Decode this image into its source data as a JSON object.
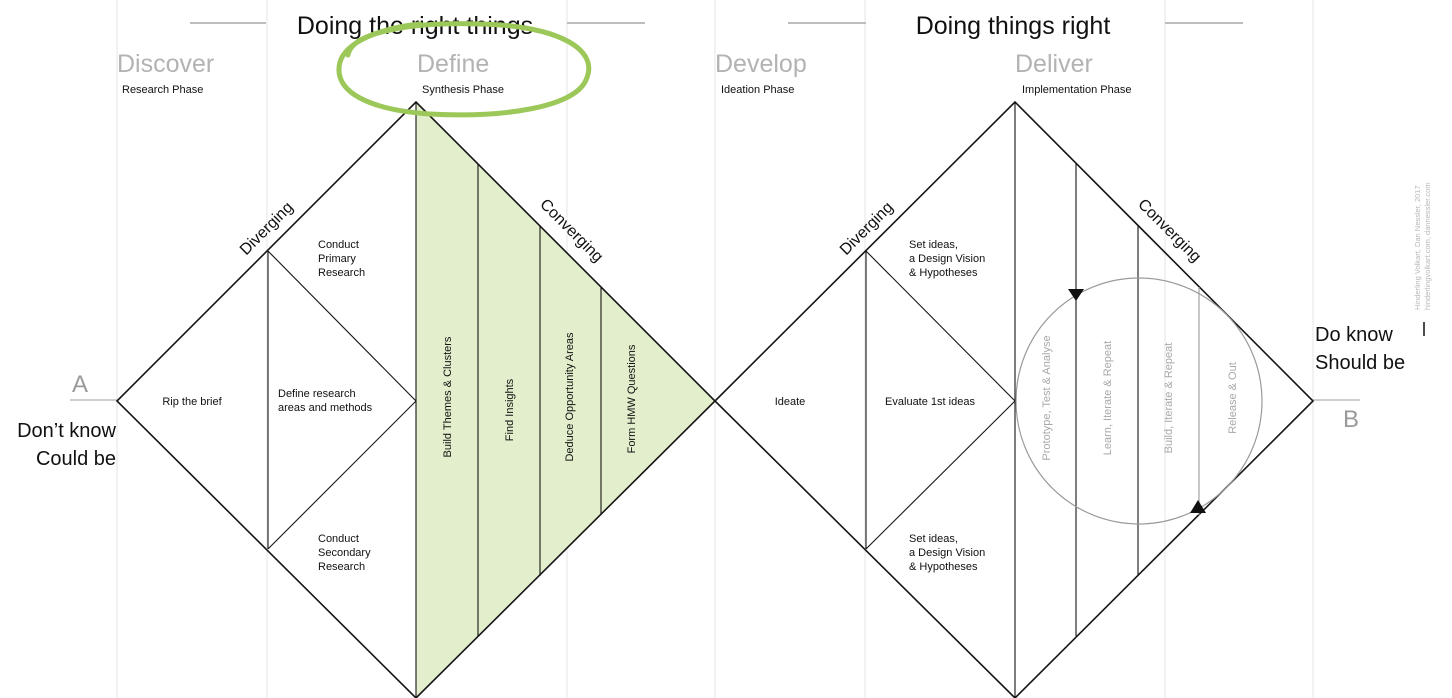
{
  "sections": {
    "left": "Doing the right things",
    "right": "Doing things right"
  },
  "phases": [
    {
      "name": "Discover",
      "sub": "Research Phase"
    },
    {
      "name": "Define",
      "sub": "Synthesis Phase"
    },
    {
      "name": "Develop",
      "sub": "Ideation Phase"
    },
    {
      "name": "Deliver",
      "sub": "Implementation Phase"
    }
  ],
  "diamond1": {
    "diverging": "Diverging",
    "converging": "Converging",
    "rip": "Rip the brief",
    "primary": [
      "Conduct",
      "Primary",
      "Research"
    ],
    "define_areas": [
      "Define research",
      "areas and methods"
    ],
    "secondary": [
      "Conduct",
      "Secondary",
      "Research"
    ],
    "vertical": [
      "Build Themes & Clusters",
      "Find Insights",
      "Deduce Opportunity Areas",
      "Form HMW Questions"
    ]
  },
  "diamond2": {
    "diverging": "Diverging",
    "converging": "Converging",
    "ideate": "Ideate",
    "evaluate": "Evaluate 1st ideas",
    "set_top": [
      "Set ideas,",
      "a Design Vision",
      "& Hypotheses"
    ],
    "set_bottom": [
      "Set ideas,",
      "a Design Vision",
      "& Hypotheses"
    ],
    "vertical": [
      "Prototype, Test & Analyse",
      "Learn, Iterate & Repeat",
      "Build, Iterate & Repeat",
      "Release & Out"
    ]
  },
  "endpoints": {
    "a": "A",
    "b": "B",
    "left_1": "Don’t know",
    "left_2": "Could be",
    "right_1": "Do know",
    "right_2": "Should be"
  },
  "credit": {
    "line1": "Hinderling Volkart, Dan Nessler, 2017",
    "line2": "hinderlingvolkart.com, dannessler.com"
  },
  "colors": {
    "define_fill": "#e3efcc",
    "highlight_circle": "#9cc85a",
    "phase_grey": "#b3b3b3"
  }
}
